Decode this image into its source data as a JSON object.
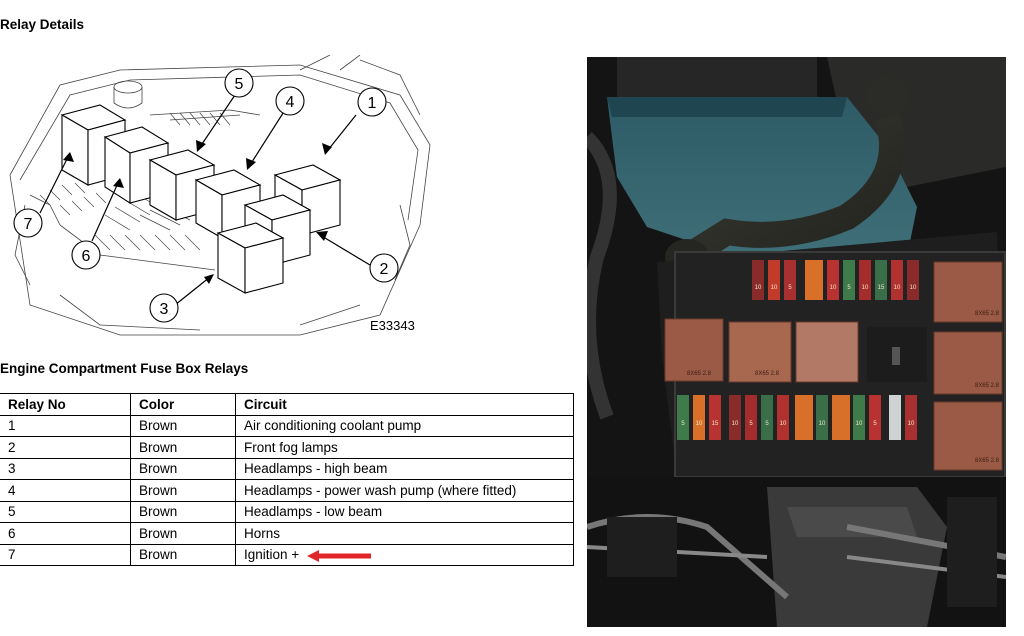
{
  "title": "Relay Details",
  "diagram": {
    "code": "E33343",
    "callouts": [
      "1",
      "2",
      "3",
      "4",
      "5",
      "6",
      "7"
    ]
  },
  "subtitle": "Engine Compartment Fuse Box Relays",
  "table": {
    "headers": [
      "Relay No",
      "Color",
      "Circuit"
    ],
    "rows": [
      [
        "1",
        "Brown",
        "Air conditioning coolant pump"
      ],
      [
        "2",
        "Brown",
        "Front fog lamps"
      ],
      [
        "3",
        "Brown",
        "Headlamps - high beam"
      ],
      [
        "4",
        "Brown",
        "Headlamps - power wash pump (where fitted)"
      ],
      [
        "5",
        "Brown",
        "Headlamps - low beam"
      ],
      [
        "6",
        "Brown",
        "Horns"
      ],
      [
        "7",
        "Brown",
        "Ignition +"
      ]
    ],
    "highlight_color": "#e0262a"
  },
  "photo": {
    "fuse_labels": [
      "10",
      "10",
      "5",
      "10",
      "5",
      "10",
      "15",
      "10",
      "10",
      "5",
      "10",
      "15",
      "10",
      "5",
      "5",
      "10",
      "10",
      "10",
      "5",
      "10"
    ],
    "relay_marks": [
      "8X65 2.8",
      "8X65 2.8",
      "8X65 2.8",
      "8X65 2.8",
      "8X65 2.8"
    ]
  }
}
